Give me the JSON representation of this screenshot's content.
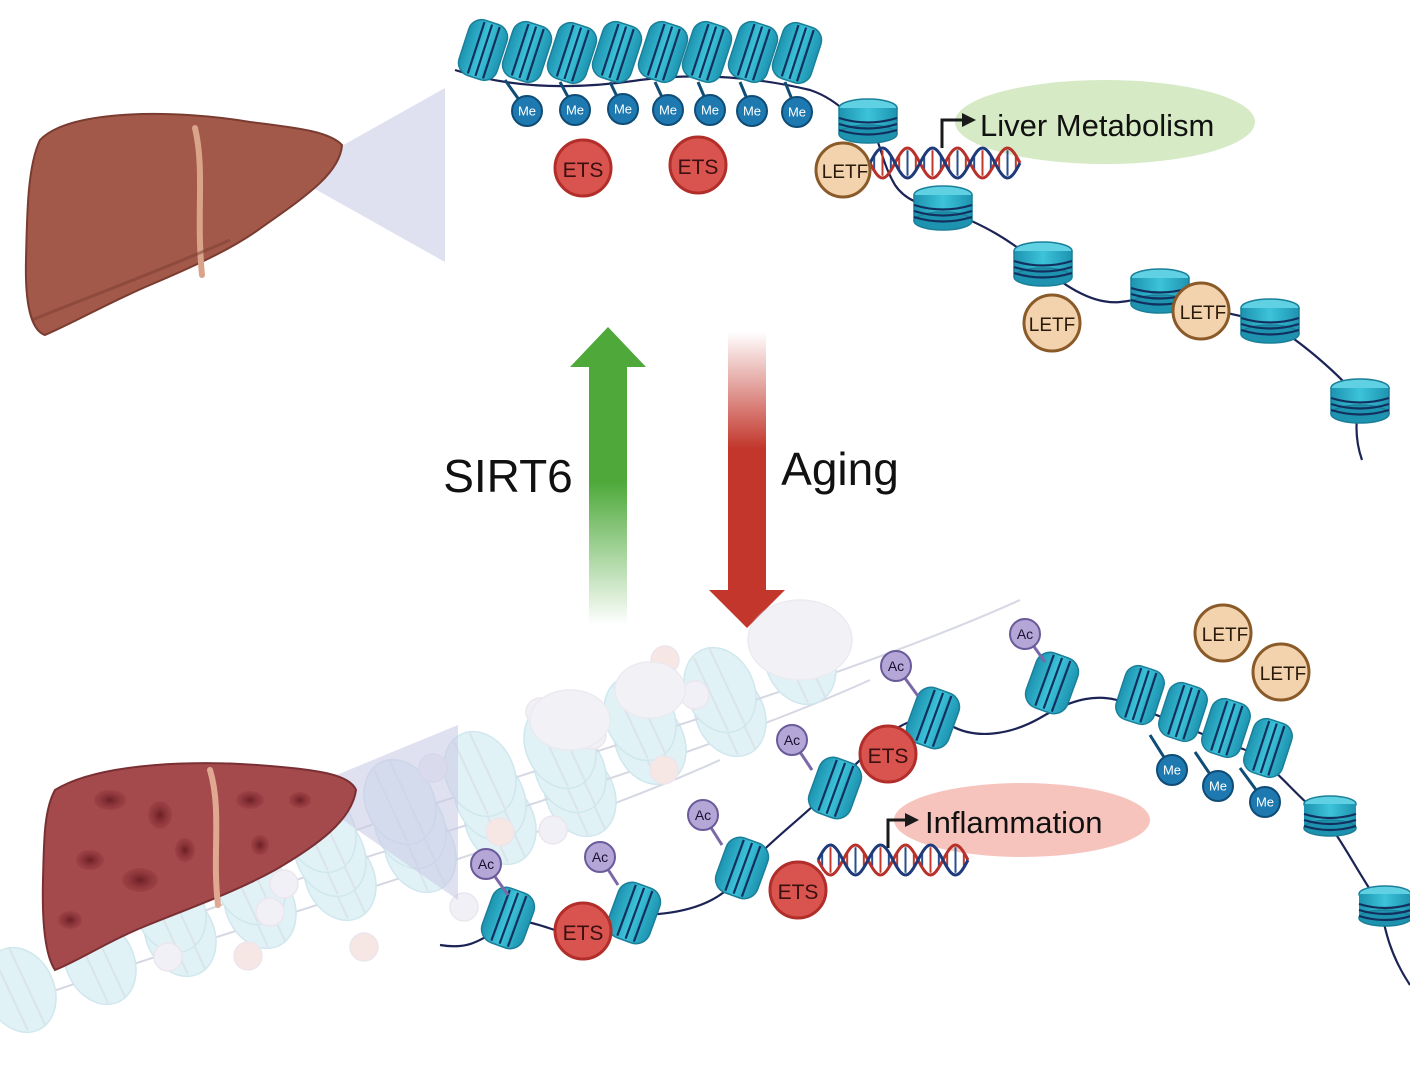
{
  "labels": {
    "liver_metabolism": "Liver Metabolism",
    "inflammation": "Inflammation",
    "sirt6": "SIRT6",
    "aging": "Aging"
  },
  "markers": {
    "me": "Me",
    "ac": "Ac",
    "ets": "ETS",
    "letf": "LETF"
  },
  "colors": {
    "nucleosome": "#2fb3cc",
    "nucleosome_dark": "#1a7f99",
    "nucleosome_band": "#12305e",
    "dna_line": "#1c2456",
    "me_fill": "#1d79b0",
    "ac_fill": "#b4a6d6",
    "ets_fill": "#d9534f",
    "letf_fill": "#f2d3ad",
    "letf_stroke": "#8a5a28",
    "liver_healthy": "#a3594a",
    "liver_diseased": "#a44a4d",
    "metabolism_bubble": "#d6eac6",
    "inflammation_bubble": "#f6c3bd",
    "arrow_up": "#4ea93a",
    "arrow_down": "#c2362b"
  }
}
